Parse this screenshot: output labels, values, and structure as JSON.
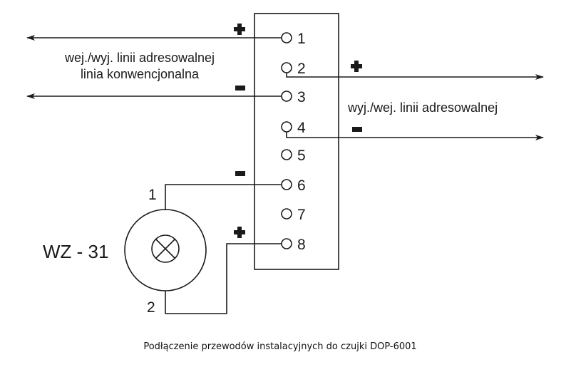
{
  "terminals": [
    "1",
    "2",
    "3",
    "4",
    "5",
    "6",
    "7",
    "8"
  ],
  "labels": {
    "left_line1": "wej./wyj. linii adresowalnej",
    "left_line2": "linia konwencjonalna",
    "right_line": "wyj./wej. linii adresowalnej",
    "device": "WZ - 31",
    "device_pin1": "1",
    "device_pin2": "2"
  },
  "caption": "Podłączenie przewodów instalacyjnych do czujki DOP-6001",
  "colors": {
    "line": "#1a1a1a",
    "background": "#ffffff"
  }
}
